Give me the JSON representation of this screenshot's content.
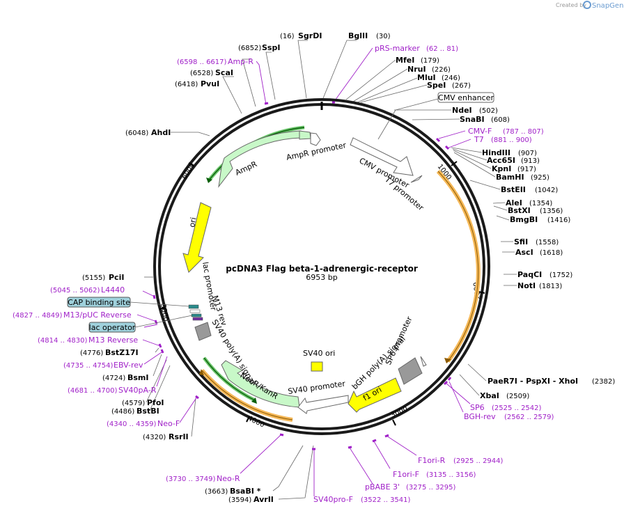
{
  "watermark": {
    "prefix": "Created by",
    "brand": "SnapGene"
  },
  "plasmid": {
    "name": "pcDNA3 Flag beta-1-adrenergic-receptor",
    "length": "6953 bp"
  },
  "ticks": [
    "1000",
    "2000",
    "3000",
    "4000",
    "5000",
    "6000"
  ],
  "sites": [
    {
      "name": "SgrDI",
      "pos": "(16)"
    },
    {
      "name": "BglII",
      "pos": "(30)"
    },
    {
      "name": "SspI",
      "pos": "(6852)"
    },
    {
      "name": "ScaI",
      "pos": "(6528)"
    },
    {
      "name": "PvuI",
      "pos": "(6418)"
    },
    {
      "name": "AhdI",
      "pos": "(6048)"
    },
    {
      "name": "MfeI",
      "pos": "(179)"
    },
    {
      "name": "NruI",
      "pos": "(226)"
    },
    {
      "name": "MluI",
      "pos": "(246)"
    },
    {
      "name": "SpeI",
      "pos": "(267)"
    },
    {
      "name": "NdeI",
      "pos": "(502)"
    },
    {
      "name": "SnaBI",
      "pos": "(608)"
    },
    {
      "name": "HindIII",
      "pos": "(907)"
    },
    {
      "name": "Acc65I",
      "pos": "(913)"
    },
    {
      "name": "KpnI",
      "pos": "(917)"
    },
    {
      "name": "BamHI",
      "pos": "(925)"
    },
    {
      "name": "BstEII",
      "pos": "(1042)"
    },
    {
      "name": "AleI",
      "pos": "(1354)"
    },
    {
      "name": "BstXI",
      "pos": "(1356)"
    },
    {
      "name": "BmgBI",
      "pos": "(1416)"
    },
    {
      "name": "SfiI",
      "pos": "(1558)"
    },
    {
      "name": "AscI",
      "pos": "(1618)"
    },
    {
      "name": "PaqCI",
      "pos": "(1752)"
    },
    {
      "name": "NotI",
      "pos": "(1813)"
    },
    {
      "name": "PaeR7I - PspXI - XhoI",
      "pos": "(2382)"
    },
    {
      "name": "XbaI",
      "pos": "(2509)"
    },
    {
      "name": "PciI",
      "pos": "(5155)"
    },
    {
      "name": "BstZ17I",
      "pos": "(4776)"
    },
    {
      "name": "BsmI",
      "pos": "(4724)"
    },
    {
      "name": "PfoI",
      "pos": "(4579)"
    },
    {
      "name": "BstBI",
      "pos": "(4486)"
    },
    {
      "name": "RsrII",
      "pos": "(4320)"
    },
    {
      "name": "BsaBI *",
      "pos": "(3663)"
    },
    {
      "name": "AvrII",
      "pos": "(3594)"
    }
  ],
  "primers": [
    {
      "name": "pRS-marker",
      "pos": "(62 .. 81)"
    },
    {
      "name": "Amp-R",
      "pos": "(6598 .. 6617)"
    },
    {
      "name": "CMV-F",
      "pos": "(787 .. 807)"
    },
    {
      "name": "T7",
      "pos": "(881 .. 900)"
    },
    {
      "name": "L4440",
      "pos": "(5045 .. 5062)"
    },
    {
      "name": "M13/pUC Reverse",
      "pos": "(4827 .. 4849)"
    },
    {
      "name": "M13 Reverse",
      "pos": "(4814 .. 4830)"
    },
    {
      "name": "EBV-rev",
      "pos": "(4735 .. 4754)"
    },
    {
      "name": "SV40pA-R",
      "pos": "(4681 .. 4700)"
    },
    {
      "name": "Neo-F",
      "pos": "(4340 .. 4359)"
    },
    {
      "name": "Neo-R",
      "pos": "(3730 .. 3749)"
    },
    {
      "name": "SV40pro-F",
      "pos": "(3522 .. 3541)"
    },
    {
      "name": "pBABE 3'",
      "pos": "(3275 .. 3295)"
    },
    {
      "name": "F1ori-F",
      "pos": "(3135 .. 3156)"
    },
    {
      "name": "F1ori-R",
      "pos": "(2925 .. 2944)"
    },
    {
      "name": "SP6",
      "pos": "(2525 .. 2542)"
    },
    {
      "name": "BGH-rev",
      "pos": "(2562 .. 2579)"
    }
  ],
  "boxed_features": [
    "CMV enhancer",
    "CAP binding site",
    "lac operator"
  ],
  "features": [
    "AmpR promoter",
    "AmpR",
    "CMV promoter",
    "T7 promoter",
    "ori",
    "lac promoter",
    "M13 rev",
    "SV40 poly(A) signal",
    "SV40 ori",
    "SP6 promoter",
    "bGH poly(A) signal",
    "NeoR/KanR",
    "SV40 promoter",
    "f1 ori"
  ],
  "colors": {
    "primer": "#a020c8",
    "amp": "#c8f8c8",
    "ori": "#ffff00",
    "orange_band": "#f5b858",
    "green_band": "#228b22",
    "gray": "#999999",
    "cap": "#9fd1dc"
  }
}
